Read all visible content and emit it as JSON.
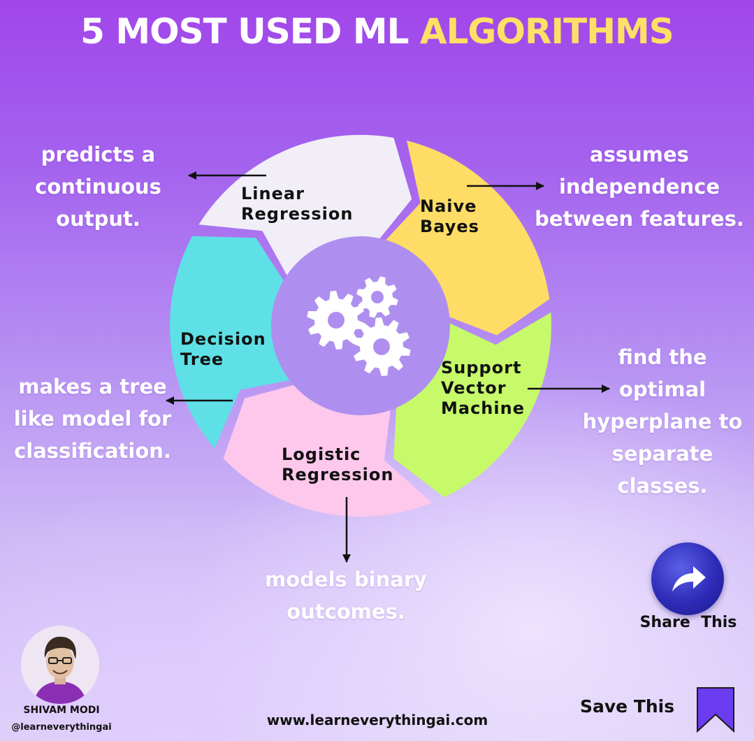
{
  "title": {
    "part1": "5 MOST USED ML",
    "part2": "ALGORITHMS"
  },
  "segments": [
    {
      "label": "Linear\nRegression",
      "color": "#f1eef8",
      "description": "predicts a continuous output."
    },
    {
      "label": "Naive\nBayes",
      "color": "#fedc66",
      "description": "assumes independence between features."
    },
    {
      "label": "Support\nVector\nMachine",
      "color": "#c6fa6a",
      "description": "find the optimal hyperplane to separate classes."
    },
    {
      "label": "Logistic\nRegression",
      "color": "#fdc8ec",
      "description": "models binary outcomes."
    },
    {
      "label": "Decision\nTree",
      "color": "#5ee0e6",
      "description": "makes a tree like model for classification."
    }
  ],
  "center_icon": "gears-icon",
  "share": {
    "label": "Share  This",
    "icon": "share-arrow-icon",
    "color": "#2d2bb8"
  },
  "save": {
    "label": "Save This",
    "icon": "bookmark-icon",
    "color": "#6b3cf0"
  },
  "author": {
    "name": "SHIVAM MODI",
    "handle": "@learneverythingai"
  },
  "website": "www.learneverythingai.com"
}
